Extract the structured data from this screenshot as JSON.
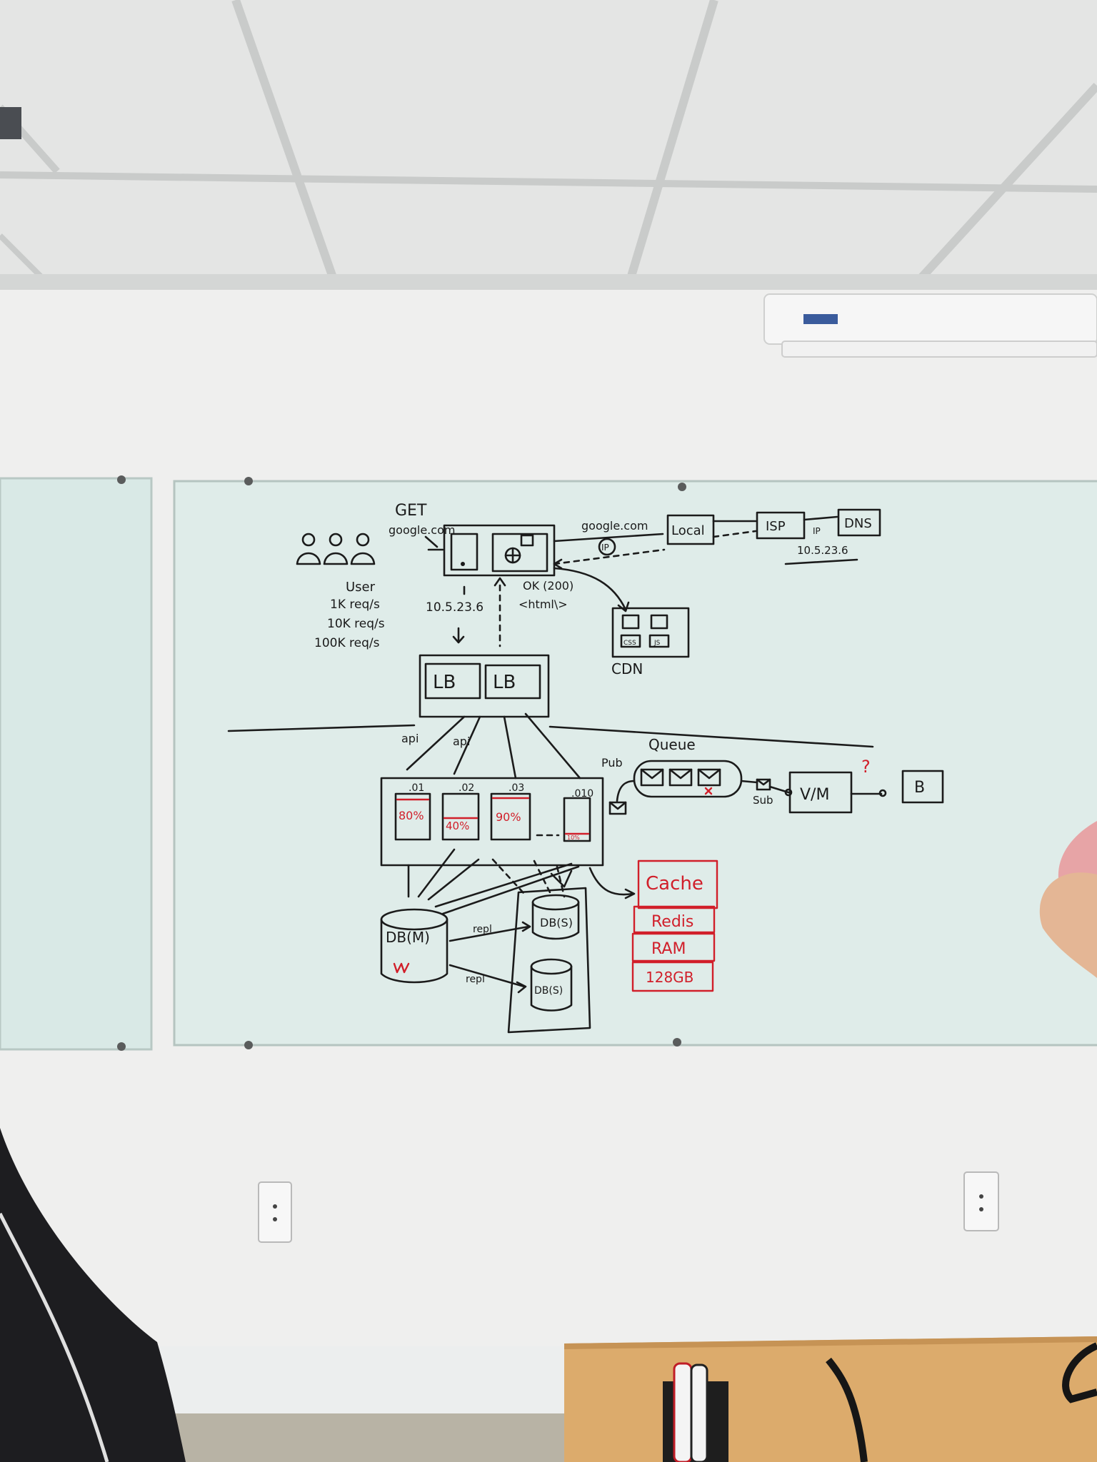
{
  "whiteboard": {
    "request": {
      "method": "GET",
      "host": "google.com"
    },
    "dns_path": {
      "query_label": "google.com",
      "ip_badge": "IP",
      "nodes": [
        "Local",
        "ISP",
        "DNS"
      ],
      "ip_arrow_label": "IP",
      "resolved_ip": "10.5.23.6"
    },
    "users": {
      "label": "User",
      "rates": [
        "1K req/s",
        "10K req/s",
        "100K req/s"
      ]
    },
    "browser_flow": {
      "ip_label": "10.5.23.6",
      "response_status": "OK (200)",
      "response_body": "<html\\>"
    },
    "cdn": {
      "label": "CDN",
      "assets": [
        "CSS",
        "JS"
      ]
    },
    "load_balancers": [
      "LB",
      "LB"
    ],
    "api_labels": [
      "api",
      "api"
    ],
    "servers": [
      {
        "id": ".01",
        "load": "80%",
        "level": 0.8
      },
      {
        "id": ".02",
        "load": "40%",
        "level": 0.4
      },
      {
        "id": ".03",
        "load": "90%",
        "level": 0.9
      },
      {
        "id": ".010",
        "load": "10%",
        "level": 0.1
      }
    ],
    "queue": {
      "title": "Queue",
      "pub": "Pub",
      "sub": "Sub",
      "worker": "V/M",
      "target": "B",
      "question": "?"
    },
    "cache_stack": [
      "Cache",
      "Redis",
      "RAM",
      "128GB"
    ],
    "databases": {
      "master": "DB(M)",
      "replica_1": "DB(S)",
      "replica_2": "DB(S)",
      "repl_label": "repl",
      "write_mark": "W"
    }
  },
  "colors": {
    "marker_black": "#1b1b1b",
    "marker_red": "#d11f2a",
    "glass": "#dfece9",
    "wall": "#eceeee",
    "desk": "#d9a86a"
  }
}
